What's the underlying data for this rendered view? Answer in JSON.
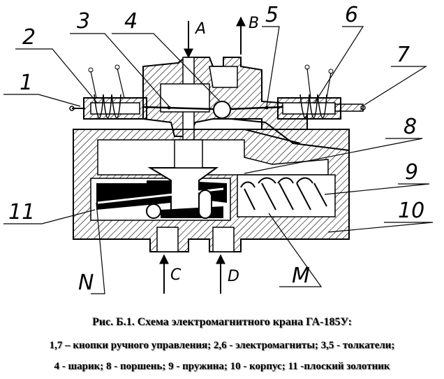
{
  "callouts": {
    "n1": "1",
    "n2": "2",
    "n3": "3",
    "n4": "4",
    "n5": "5",
    "n6": "6",
    "n7": "7",
    "n8": "8",
    "n9": "9",
    "n10": "10",
    "n11": "11",
    "N": "N",
    "M": "M"
  },
  "ports": {
    "A": "A",
    "B": "B",
    "C": "C",
    "D": "D"
  },
  "caption": {
    "title": "Рис. Б.1. Схема электромагнитного крана ГА-185У:",
    "line1": "1,7 – кнопки  ручного управления; 2,6 - электромагниты; 3,5 - толкатели;",
    "line2": "4 - шарик; 8 - поршень; 9 - пружина; 10 - корпус; 11 -плоский золотник"
  },
  "colors": {
    "ink": "#000000",
    "hatch": "#000000",
    "background": "#ffffff"
  }
}
